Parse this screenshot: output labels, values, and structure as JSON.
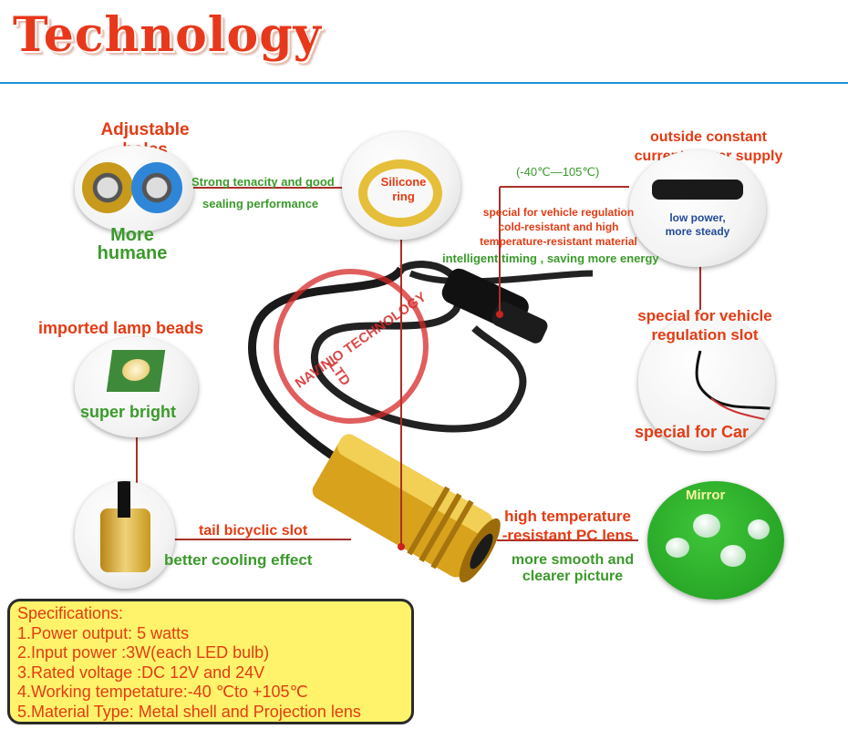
{
  "header": {
    "title": "Technology"
  },
  "features": {
    "adjustable": {
      "line1": "Adjustable",
      "line2": "holes",
      "sub1": "More",
      "sub2": "humane"
    },
    "silicone": {
      "line1": "Silicone",
      "line2": "ring",
      "desc1": "Strong tenacity and good",
      "desc2": "sealing performance"
    },
    "temp_range": "(-40℃—105℃)",
    "power_supply": {
      "line1": "outside constant",
      "line2": "current power supply",
      "sub1": "low power,",
      "sub2": "more steady"
    },
    "vehicle_material": {
      "line1": "special for vehicle regulation",
      "line2": "cold-resistant and high",
      "line3": "temperature-resistant material"
    },
    "timing": "intelligent timing , saving more energy",
    "lamp": {
      "title": "imported lamp beads",
      "sub": "super bright"
    },
    "slot": {
      "line1": "special for vehicle",
      "line2": "regulation slot",
      "sub": "special for Car"
    },
    "tail": {
      "title": "tail bicyclic slot",
      "sub": "better cooling effect"
    },
    "lens": {
      "line1": "high temperature",
      "line2": "-resistant PC lens",
      "sub1": "more smooth and",
      "sub2": "clearer picture",
      "badge": "Mirror"
    }
  },
  "watermark": {
    "line1": "NAVINIO TECHNOLOGY",
    "line2": ".LTD"
  },
  "specs": {
    "title": "Specifications:",
    "items": [
      "1.Power output: 5 watts",
      "2.Input power :3W(each LED bulb)",
      "3.Rated voltage :DC 12V and 24V",
      "4.Working tempetature:-40 ℃to +105℃",
      "5.Material Type: Metal shell and Projection lens"
    ]
  },
  "colors": {
    "accent": "#e43b14",
    "green": "#3a9a2a",
    "rule": "#1b8fd6",
    "specs_bg": "#fff36b"
  }
}
